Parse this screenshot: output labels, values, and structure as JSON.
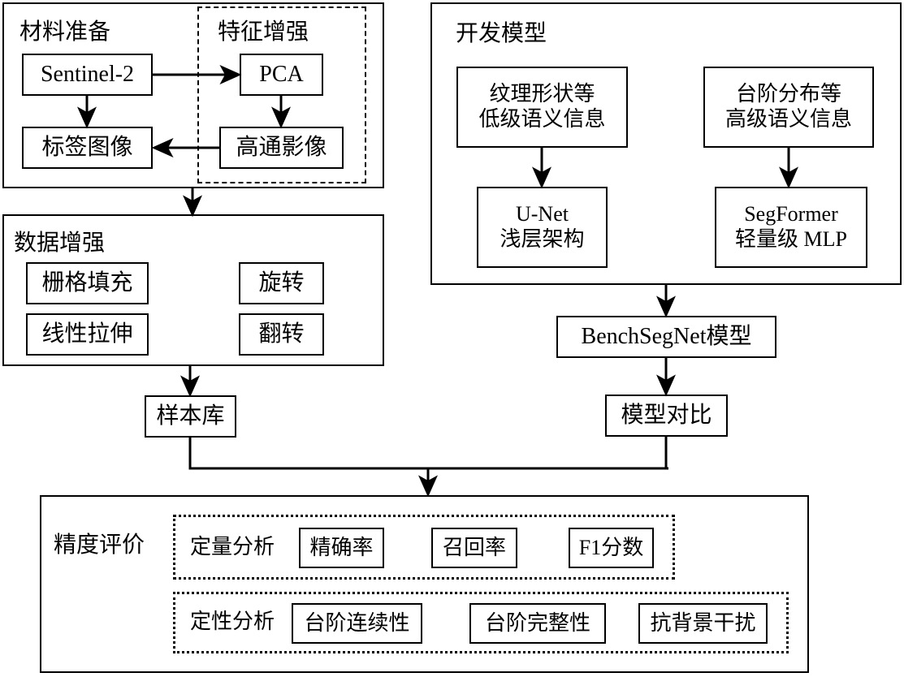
{
  "diagram": {
    "title_groups": {
      "material_prep": "材料准备",
      "feature_enhance": "特征增强",
      "data_augment": "数据增强",
      "model_dev": "开发模型",
      "accuracy_eval": "精度评价",
      "quantitative": "定量分析",
      "qualitative": "定性分析"
    },
    "nodes": {
      "sentinel2": "Sentinel-2",
      "pca": "PCA",
      "label_image": "标签图像",
      "highpass_image": "高通影像",
      "grid_fill": "栅格填充",
      "rotate": "旋转",
      "linear_stretch": "线性拉伸",
      "flip": "翻转",
      "sample_library": "样本库",
      "low_level": "纹理形状等\n低级语义信息",
      "high_level": "台阶分布等\n高级语义信息",
      "unet": "U-Net\n浅层架构",
      "segformer": "SegFormer\n轻量级 MLP",
      "benchsegnet": "BenchSegNet模型",
      "model_compare": "模型对比",
      "precision": "精确率",
      "recall": "召回率",
      "f1": "F1分数",
      "step_continuity": "台阶连续性",
      "step_integrity": "台阶完整性",
      "bg_robustness": "抗背景干扰"
    },
    "colors": {
      "stroke": "#000000",
      "background": "#ffffff"
    }
  }
}
